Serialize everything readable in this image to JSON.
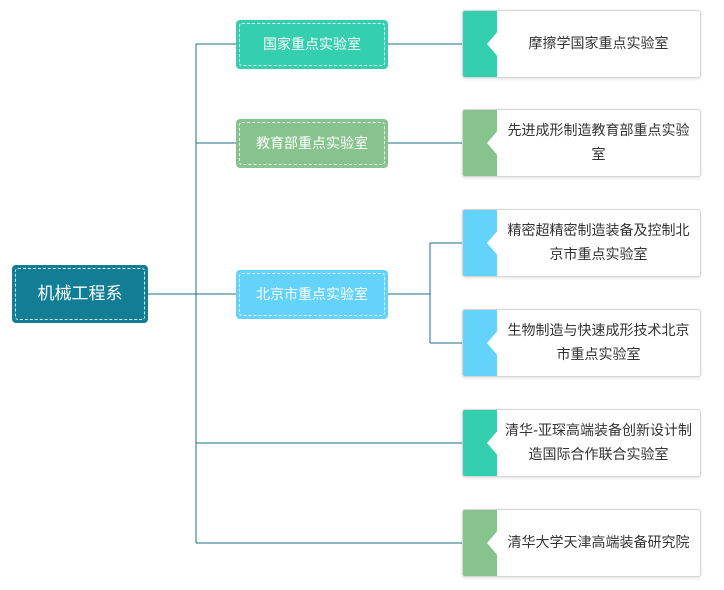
{
  "root": {
    "label": "机械工程系",
    "color": "#117e95"
  },
  "colors": {
    "line": "#1b6f86",
    "green": "#34cfae",
    "olive": "#86c38d",
    "blue": "#63d3fb"
  },
  "mid_nodes": [
    {
      "label": "国家重点实验室",
      "color": "#34cfae"
    },
    {
      "label": "教育部重点实验室",
      "color": "#86c38d"
    },
    {
      "label": "北京市重点实验室",
      "color": "#63d3fb"
    }
  ],
  "leaves": [
    {
      "text": "摩擦学国家重点实验室",
      "accent": "#34cfae"
    },
    {
      "text": "先进成形制造教育部重点实验室",
      "accent": "#86c38d"
    },
    {
      "text": "精密超精密制造装备及控制北京市重点实验室",
      "accent": "#63d3fb"
    },
    {
      "text": "生物制造与快速成形技术北京市重点实验室",
      "accent": "#63d3fb"
    },
    {
      "text": "清华-亚琛高端装备创新设计制造国际合作联合实验室",
      "accent": "#34cfae"
    },
    {
      "text": "清华大学天津高端装备研究院",
      "accent": "#86c38d"
    }
  ]
}
